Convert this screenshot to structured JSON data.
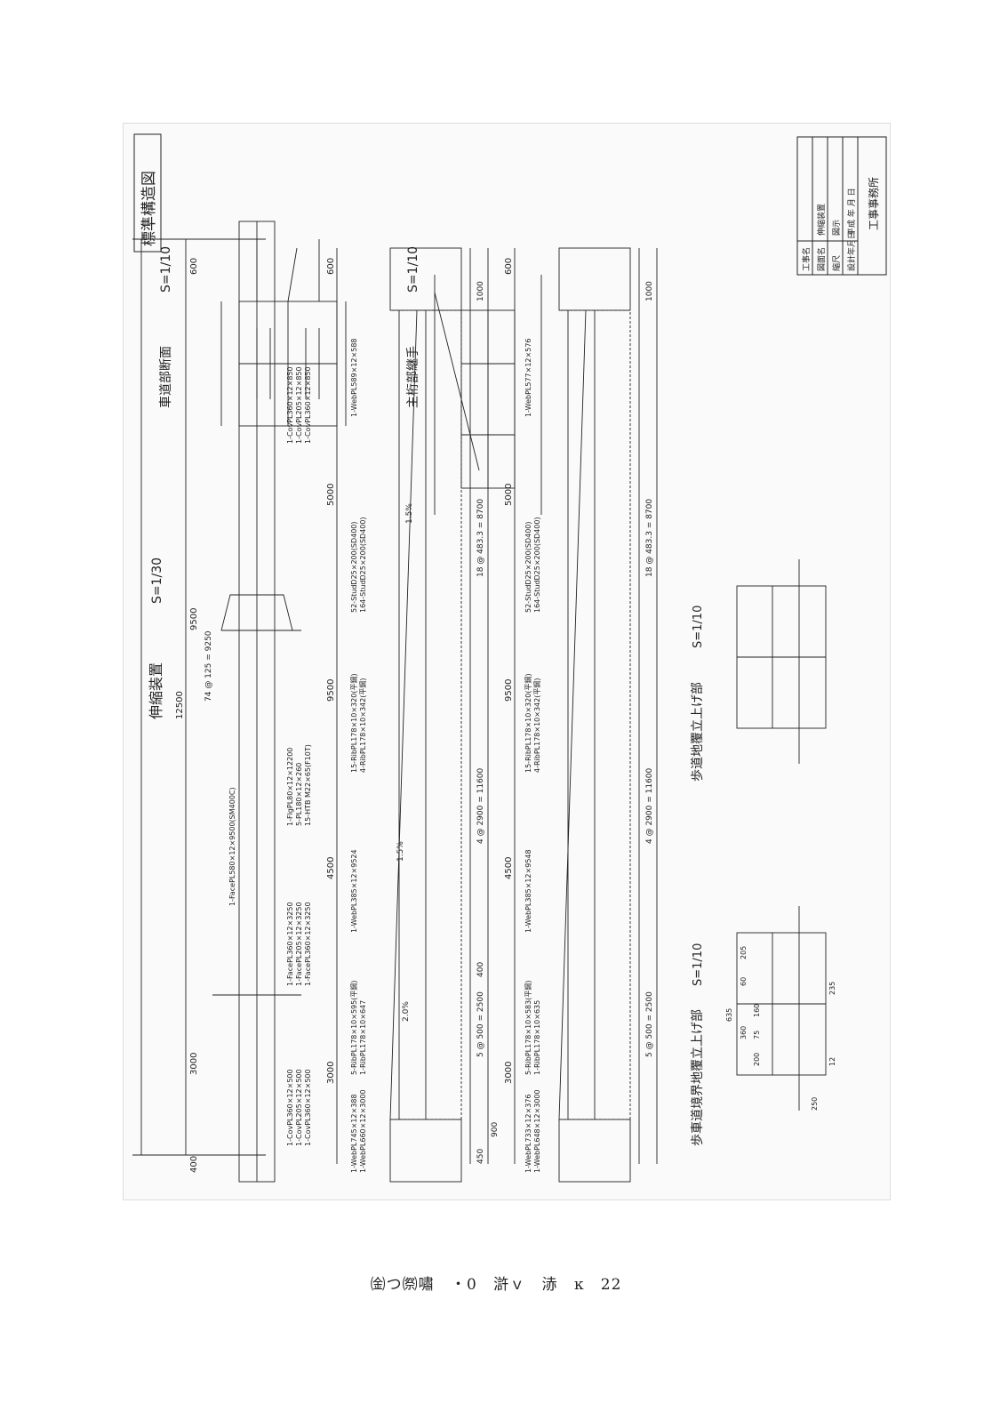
{
  "sheet": {
    "title": "標準構造図",
    "sections": {
      "roadway": {
        "title": "車道部断面",
        "scale": "S=1/10"
      },
      "girder_joint": {
        "title": "主桁部継手",
        "scale": "S=1/10"
      },
      "expansion": {
        "title": "伸縮装置",
        "scale": "S=1/30"
      },
      "sidewalk": {
        "title": "歩道地覆立上げ部",
        "scale": "S=1/10"
      },
      "boundary": {
        "title": "歩車道境界地覆立上げ部",
        "scale": "S=1/10"
      }
    },
    "plan_dims": {
      "total": "12500",
      "left": "3000",
      "span": "9250",
      "right": "600",
      "left_end": "400",
      "mid": "9500",
      "pitch": "74 @ 125 = 9250"
    },
    "plan_notes": {
      "face": "1-FacePL580×12×9500(SM400C)",
      "cov_right": [
        "1-CovPL360×12×850",
        "1-CovPL205×12×850",
        "1-CovPL360×12×850"
      ],
      "flg": [
        "1-FlgPL80×12×12200",
        "5-PL180×12×260",
        "15-HTB M22×65(F10T)"
      ],
      "face_left": [
        "1-FacePL360×12×3250",
        "1-FacePL205×12×3250",
        "1-FacePL360×12×3250"
      ],
      "cov_left": [
        "1-CovPL360×12×500",
        "1-CovPL205×12×500",
        "1-CovPL360×12×500"
      ]
    },
    "elev1": {
      "dims": {
        "top_left": "3000",
        "a": "4500",
        "b": "9500",
        "c": "5000",
        "d": "600"
      },
      "bottom": {
        "a": "5 @ 500 = 2500",
        "b": "4 @ 2900 = 11600",
        "c": "18 @ 483.3 = 8700",
        "d": "1000",
        "e": "400",
        "f": "450",
        "g": "900"
      },
      "notes": [
        "1-WebPL745×12×388",
        "1-WebPL660×12×3000",
        "5-RibPL178×10×595(平鋼)",
        "1-RibPL178×10×647",
        "1-WebPL385×12×9524",
        "15-RibPL178×10×320(平鋼)",
        "4-RibPL178×10×342(平鋼)",
        "52-StudD25×200(SD400)",
        "164-StudD25×200(SD400)",
        "1-WebPL589×12×588"
      ],
      "slopes": [
        "2.0%",
        "1.5%",
        "1.5%"
      ]
    },
    "elev2": {
      "notes": [
        "1-WebPL733×12×376",
        "1-WebPL648×12×3000",
        "5-RibPL178×10×583(平鋼)",
        "1-RibPL178×10×635",
        "1-WebPL385×12×9548",
        "15-RibPL178×10×320(平鋼)",
        "4-RibPL178×10×342(平鋼)",
        "52-StudD25×200(SD400)",
        "164-StudD25×200(SD400)",
        "1-WebPL577×12×576"
      ]
    },
    "detail_dims": {
      "a": "635",
      "b": "360",
      "c": "200",
      "d": "60",
      "e": "205",
      "f": "75",
      "g": "160",
      "h": "12",
      "i": "235",
      "j": "250"
    },
    "title_block": {
      "rows": [
        "工事名",
        "図面名",
        "縮尺",
        "設計年月日"
      ],
      "values": [
        "伸縮装置",
        "図示",
        "平成 年 月 日"
      ],
      "office": "工事事務所"
    }
  },
  "footer": {
    "text": [
      "㈮つ㉀嘯",
      "・0",
      "滸ｖ",
      "浾",
      "ĸ",
      "22"
    ]
  }
}
